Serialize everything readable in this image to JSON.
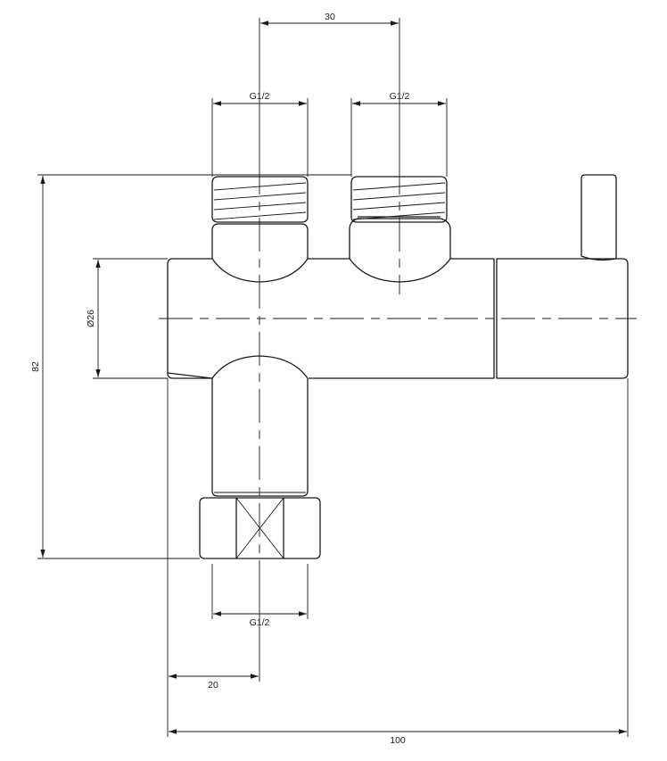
{
  "dimensions": {
    "inlet_spacing": "30",
    "inlet_left_thread": "G1/2",
    "inlet_right_thread": "G1/2",
    "body_diameter": "Ø26",
    "overall_height": "82",
    "outlet_thread": "G1/2",
    "outlet_offset": "20",
    "overall_width": "100"
  },
  "colors": {
    "line": "#1a1a1a",
    "background": "#ffffff"
  }
}
